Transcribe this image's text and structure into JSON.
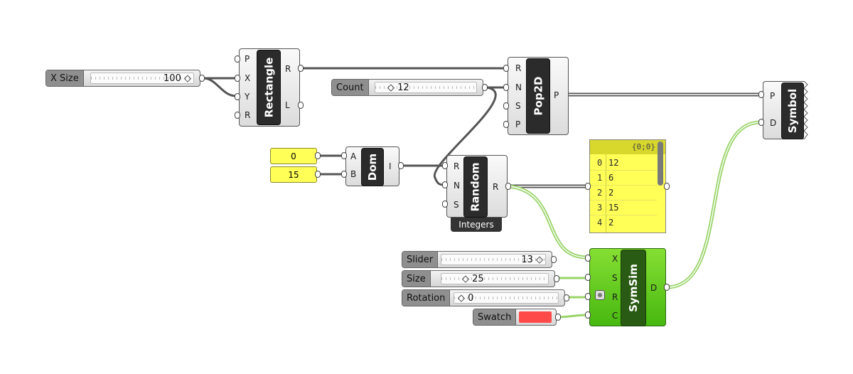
{
  "colors": {
    "swatch": "#ff4a4a",
    "wire_normal": "#555555",
    "wire_selected": "#9ad46a",
    "component_green": "#5ac81f",
    "panel_yellow": "#ffff57"
  },
  "sliders": {
    "xsize": {
      "label": "X Size",
      "value": "100"
    },
    "count": {
      "label": "Count",
      "value": "12"
    },
    "slider": {
      "label": "Slider",
      "value": "13"
    },
    "size": {
      "label": "Size",
      "value": "25"
    },
    "rotation": {
      "label": "Rotation",
      "value": "0"
    }
  },
  "swatch": {
    "label": "Swatch"
  },
  "domain_inputs": {
    "a": "0",
    "b": "15"
  },
  "components": {
    "rectangle": {
      "name": "Rectangle",
      "inputs": [
        "P",
        "X",
        "Y",
        "R"
      ],
      "outputs": [
        "R",
        "L"
      ]
    },
    "pop2d": {
      "name": "Pop2D",
      "inputs": [
        "R",
        "N",
        "S",
        "P"
      ],
      "outputs": [
        "P"
      ]
    },
    "dom": {
      "name": "Dom",
      "inputs": [
        "A",
        "B"
      ],
      "outputs": [
        "I"
      ]
    },
    "random": {
      "name": "Random",
      "inputs": [
        "R",
        "N",
        "S"
      ],
      "outputs": [
        "R"
      ],
      "tag": "Integers"
    },
    "symbol": {
      "name": "Symbol",
      "inputs": [
        "P",
        "D"
      ]
    },
    "symsim": {
      "name": "SymSim",
      "inputs": [
        "X",
        "S",
        "R",
        "C"
      ],
      "outputs": [
        "D"
      ]
    }
  },
  "panel": {
    "header": "{0;0}",
    "rows": [
      {
        "index": "0",
        "value": "12"
      },
      {
        "index": "1",
        "value": "6"
      },
      {
        "index": "2",
        "value": "2"
      },
      {
        "index": "3",
        "value": "15"
      },
      {
        "index": "4",
        "value": "2"
      }
    ]
  }
}
